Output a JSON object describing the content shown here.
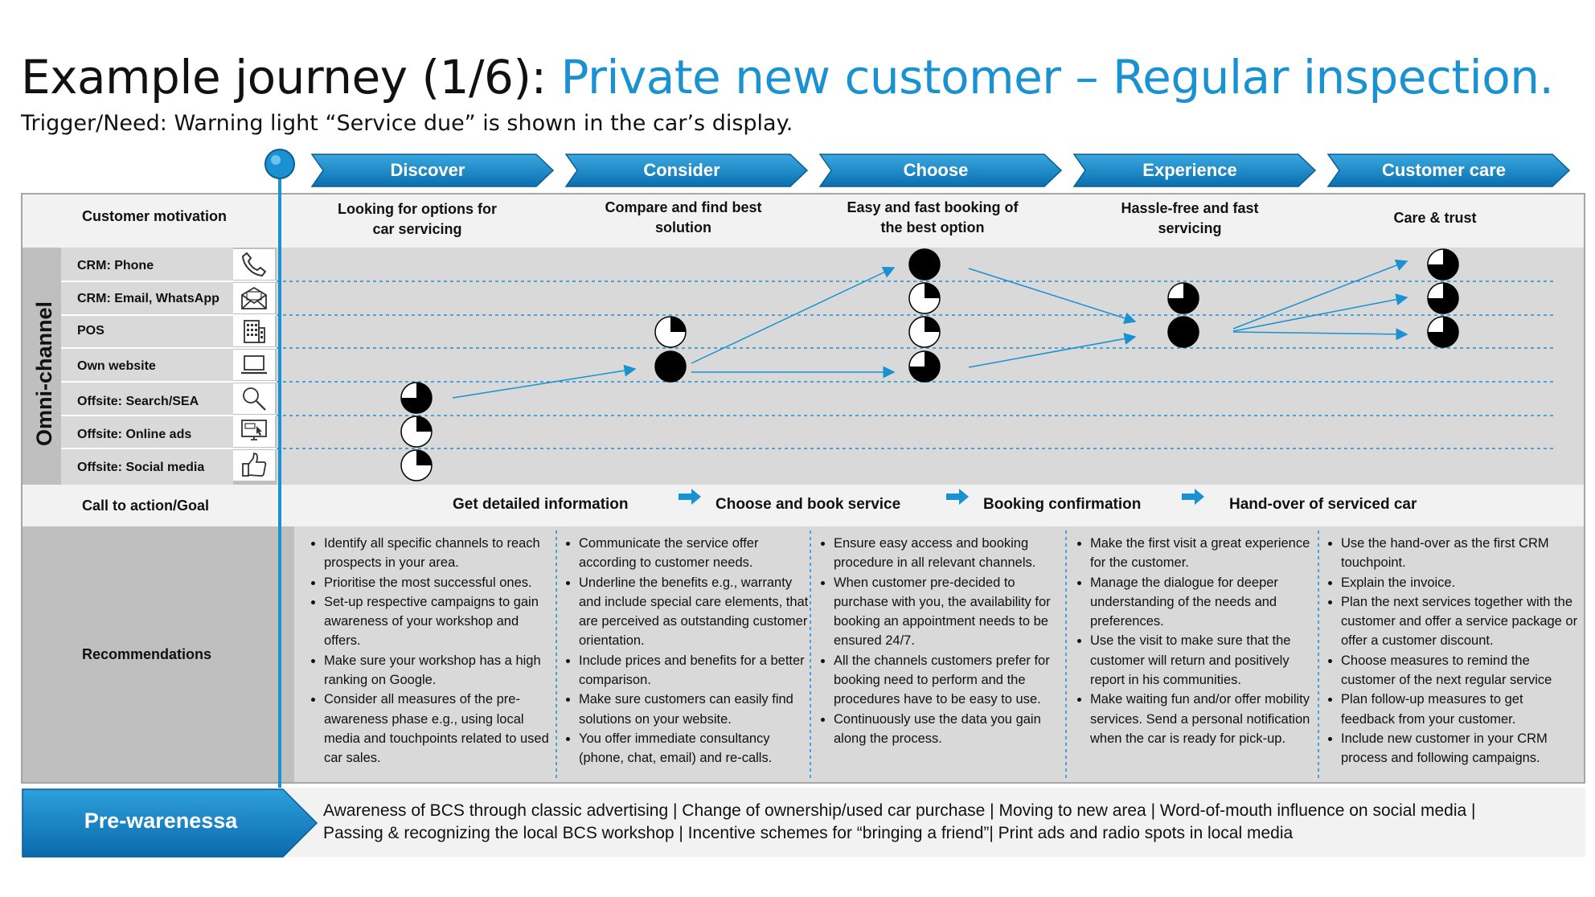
{
  "title": {
    "main": "Example journey (1/6): ",
    "accent": "Private new customer – Regular inspection."
  },
  "trigger": "Trigger/Need: Warning light “Service due” is shown in the car’s display.",
  "phases": [
    "Discover",
    "Consider",
    "Choose",
    "Experience",
    "Customer care"
  ],
  "row_labels": {
    "motivation": "Customer motivation",
    "omni": "Omni-channel",
    "cta": "Call to action/Goal",
    "recommendations": "Recommendations"
  },
  "motivations": [
    "Looking for options for car servicing",
    "Compare and find best solution",
    "Easy and fast booking of the best option",
    "Hassle-free and fast servicing",
    "Care & trust"
  ],
  "channels": [
    {
      "label": "CRM: Phone",
      "icon": "phone-icon"
    },
    {
      "label": "CRM: Email, WhatsApp",
      "icon": "email-icon"
    },
    {
      "label": "POS",
      "icon": "building-icon"
    },
    {
      "label": "Own website",
      "icon": "laptop-icon"
    },
    {
      "label": "Offsite: Search/SEA",
      "icon": "search-icon"
    },
    {
      "label": "Offsite: Online ads",
      "icon": "online-ads-icon"
    },
    {
      "label": "Offsite: Social media",
      "icon": "thumbs-up-icon"
    }
  ],
  "touchpoints": [
    {
      "phase": "Discover",
      "channel": "Offsite: Search/SEA",
      "fill": 0.75
    },
    {
      "phase": "Discover",
      "channel": "Offsite: Online ads",
      "fill": 0.25
    },
    {
      "phase": "Discover",
      "channel": "Offsite: Social media",
      "fill": 0.25
    },
    {
      "phase": "Consider",
      "channel": "POS",
      "fill": 0.25
    },
    {
      "phase": "Consider",
      "channel": "Own website",
      "fill": 1.0
    },
    {
      "phase": "Choose",
      "channel": "CRM: Phone",
      "fill": 1.0
    },
    {
      "phase": "Choose",
      "channel": "CRM: Email, WhatsApp",
      "fill": 0.25
    },
    {
      "phase": "Choose",
      "channel": "POS",
      "fill": 0.25
    },
    {
      "phase": "Choose",
      "channel": "Own website",
      "fill": 0.75
    },
    {
      "phase": "Experience",
      "channel": "CRM: Email, WhatsApp",
      "fill": 0.75
    },
    {
      "phase": "Experience",
      "channel": "POS",
      "fill": 1.0
    },
    {
      "phase": "Customer care",
      "channel": "CRM: Phone",
      "fill": 0.75
    },
    {
      "phase": "Customer care",
      "channel": "CRM: Email, WhatsApp",
      "fill": 0.75
    },
    {
      "phase": "Customer care",
      "channel": "POS",
      "fill": 0.75
    }
  ],
  "cta": [
    "Get detailed information",
    "Choose and book service",
    "Booking confirmation",
    "Hand-over of serviced car"
  ],
  "recommendations": [
    [
      "Identify all specific channels to reach prospects in your area.",
      "Prioritise the most successful ones.",
      "Set-up respective campaigns to gain awareness of your workshop and offers.",
      "Make sure your workshop has a high ranking on Google.",
      "Consider all measures of the pre-awareness phase e.g., using local media and touchpoints related to used car sales."
    ],
    [
      "Communicate the service offer according to customer needs.",
      "Underline the benefits e.g., warranty and include special care elements, that are perceived as outstanding customer orientation.",
      "Include prices and benefits for a better comparison.",
      "Make sure customers can easily find solutions on your website.",
      "You offer immediate consultancy (phone, chat, email) and re-calls."
    ],
    [
      "Ensure easy access and booking procedure in all relevant channels.",
      "When customer pre-decided to purchase with you, the availability for booking an appointment needs to be ensured 24/7.",
      "All the channels customers prefer for booking need to perform and the procedures have to be easy to use.",
      "Continuously use the data you gain along the process."
    ],
    [
      "Make the first visit a great experience for the customer.",
      "Manage the dialogue for deeper understanding of the needs and preferences.",
      "Use the visit to make sure that the customer will return and positively report in his communities.",
      "Make waiting fun and/or offer mobility services. Send a personal notification when the car is ready for pick-up."
    ],
    [
      "Use the hand-over as the first CRM touchpoint.",
      "Explain the invoice.",
      "Plan the next services together with the customer and offer a service package or offer a customer discount.",
      "Choose measures to remind the customer of the next regular service",
      "Plan follow-up measures to get feedback from your customer.",
      "Include new customer in your CRM process and following campaigns."
    ]
  ],
  "pre_awareness": {
    "label": "Pre-warenessa",
    "lines": [
      "Awareness of BCS through classic advertising | Change of ownership/used car purchase | Moving to new area | Word-of-mouth influence on social media |",
      "Passing & recognizing the local BCS workshop | Incentive schemes for “bringing a friend”| Print ads and radio spots in local media"
    ]
  },
  "colors": {
    "accent": "#1a91d1",
    "phase_fill": "#0f7cc2",
    "grey_dark": "#b3b3b3",
    "grey_light": "#d9d9d9",
    "bg_light": "#f2f2f2"
  }
}
